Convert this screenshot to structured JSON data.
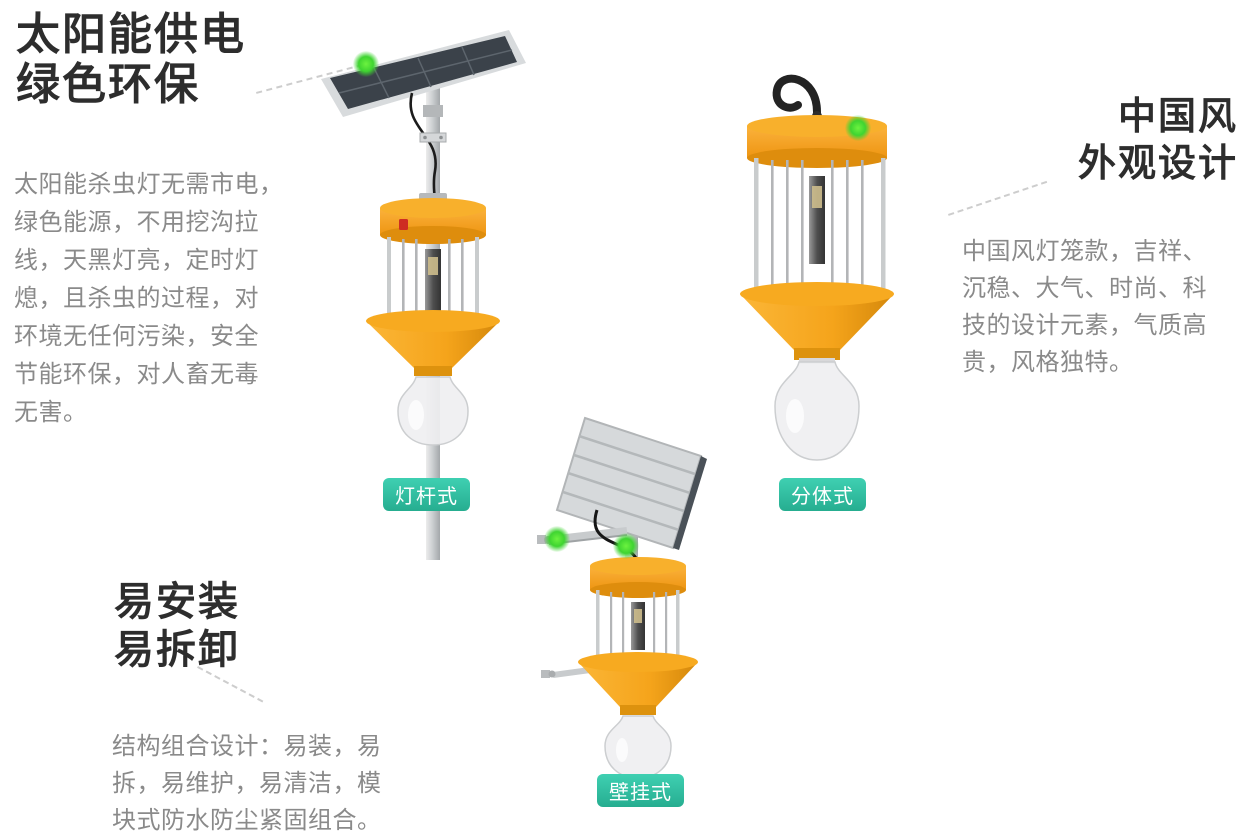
{
  "sections": {
    "solar_power": {
      "heading": "太阳能供电\n绿色环保",
      "body": "太阳能杀虫灯无需市电，\n绿色能源，不用挖沟拉\n线，天黑灯亮，定时灯\n熄，且杀虫的过程，对\n环境无任何污染，安全\n节能环保，对人畜无毒\n无害。"
    },
    "chinese_style": {
      "heading": "中国风\n外观设计",
      "body": "中国风灯笼款，吉祥、\n沉稳、大气、时尚、科\n技的设计元素，气质高\n贵，风格独特。"
    },
    "easy_install": {
      "heading": "易安装\n易拆卸",
      "body": "结构组合设计：易装，易\n拆，易维护，易清洁，模\n块式防水防尘紧固组合。"
    }
  },
  "badges": {
    "pole": "灯杆式",
    "split": "分体式",
    "wall": "壁挂式"
  },
  "colors": {
    "lamp_orange": "#f5a41b",
    "badge_teal": "#2fc1a4",
    "heading_text": "#2d2d2d",
    "body_text": "#8a8a8a",
    "glow_green": "#3fd431",
    "dashed_line": "#cdcdcd"
  }
}
